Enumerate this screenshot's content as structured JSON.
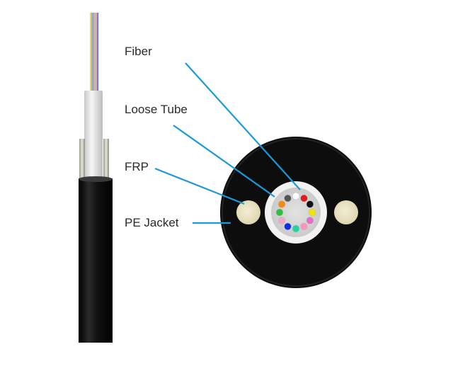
{
  "labels": {
    "fiber": "Fiber",
    "loose_tube": "Loose Tube",
    "frp": "FRP",
    "pe_jacket": "PE Jacket"
  },
  "colors": {
    "leader_line": "#1a9ad6",
    "jacket": "#0d0d0d",
    "frp": "#ece6c6",
    "tube": "#f2f2f2",
    "gel": "#d9d9d9"
  },
  "fiber_colors": [
    "#ffffff",
    "#e31b1b",
    "#111111",
    "#f4e300",
    "#e56cc8",
    "#ff92c2",
    "#1fd3a3",
    "#0d2fe0",
    "#f2a7c8",
    "#2fbf3c",
    "#f08c14",
    "#555555"
  ]
}
